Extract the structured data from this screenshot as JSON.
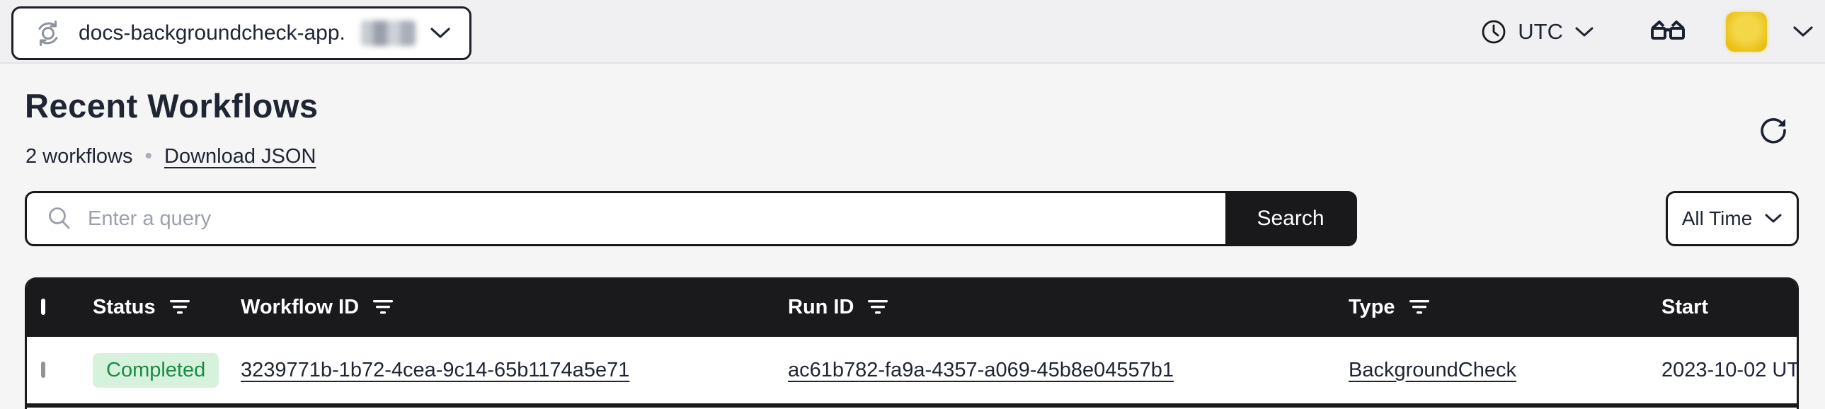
{
  "topbar": {
    "namespace_label": "docs-backgroundcheck-app.",
    "timezone_label": "UTC"
  },
  "page_header": {
    "title": "Recent Workflows",
    "workflow_count": "2 workflows",
    "bullet": "•",
    "download_json_label": "Download JSON"
  },
  "search": {
    "placeholder": "Enter a query",
    "search_button_label": "Search"
  },
  "time_range_filter": {
    "selected": "All Time"
  },
  "workflows_table": {
    "columns": [
      {
        "label": "Status",
        "filterable": true
      },
      {
        "label": "Workflow ID",
        "filterable": true
      },
      {
        "label": "Run ID",
        "filterable": true
      },
      {
        "label": "Type",
        "filterable": true
      },
      {
        "label": "Start",
        "filterable": false
      }
    ],
    "rows": [
      {
        "status": "Completed",
        "workflow_id": "3239771b-1b72-4cea-9c14-65b1174a5e71",
        "run_id": "ac61b782-fa9a-4357-a069-45b8e04557b1",
        "type": "BackgroundCheck",
        "start": "2023-10-02 UT"
      }
    ]
  },
  "icons": {
    "namespace": "namespace-cycle-icon",
    "clock": "clock-icon",
    "labs": "glasses-icon",
    "refresh": "refresh-icon",
    "search": "search-icon",
    "filter": "filter-lines-icon",
    "chevron": "chevron-down-icon"
  },
  "colors": {
    "page_bg": "#f5f5f6",
    "topbar_bg": "#f0f0f2",
    "dark_accent": "#1a1a1d",
    "text_primary": "#1f2533",
    "status_completed_bg": "#d6f2dc",
    "status_completed_text": "#1a8a47",
    "avatar_yellow": "#e9c013"
  }
}
